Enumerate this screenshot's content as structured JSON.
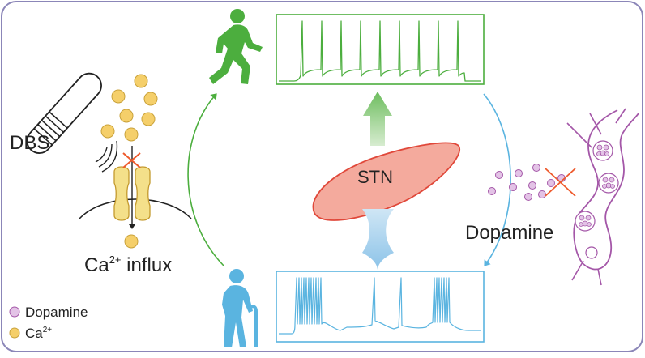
{
  "labels": {
    "dbs": "DBS",
    "stn": "STN",
    "dopamine": "Dopamine",
    "influx_base": "Ca",
    "influx_sup": "2+",
    "influx_tail": " influx",
    "legend_dopamine": "Dopamine",
    "legend_ca_base": "Ca",
    "legend_ca_sup": "2+"
  },
  "icons": {
    "walking_person": "walking-person-icon",
    "elderly_person": "elderly-person-with-cane-icon",
    "electrode": "dbs-electrode-icon",
    "calcium_channel": "calcium-channel-icon",
    "neuron": "dopaminergic-neuron-icon",
    "block_mark": "x-mark-icon"
  },
  "colors": {
    "frame": "#8b86b8",
    "green": "#4cae3e",
    "blue": "#5ab4e0",
    "ca_yellow": "#f5cf6a",
    "dopamine_purple": "#e3c3e6",
    "neuron_purple": "#a457a8",
    "stn_fill": "#f4aa9d",
    "stn_stroke": "#e0483a",
    "cross": "#ee5a2c"
  }
}
